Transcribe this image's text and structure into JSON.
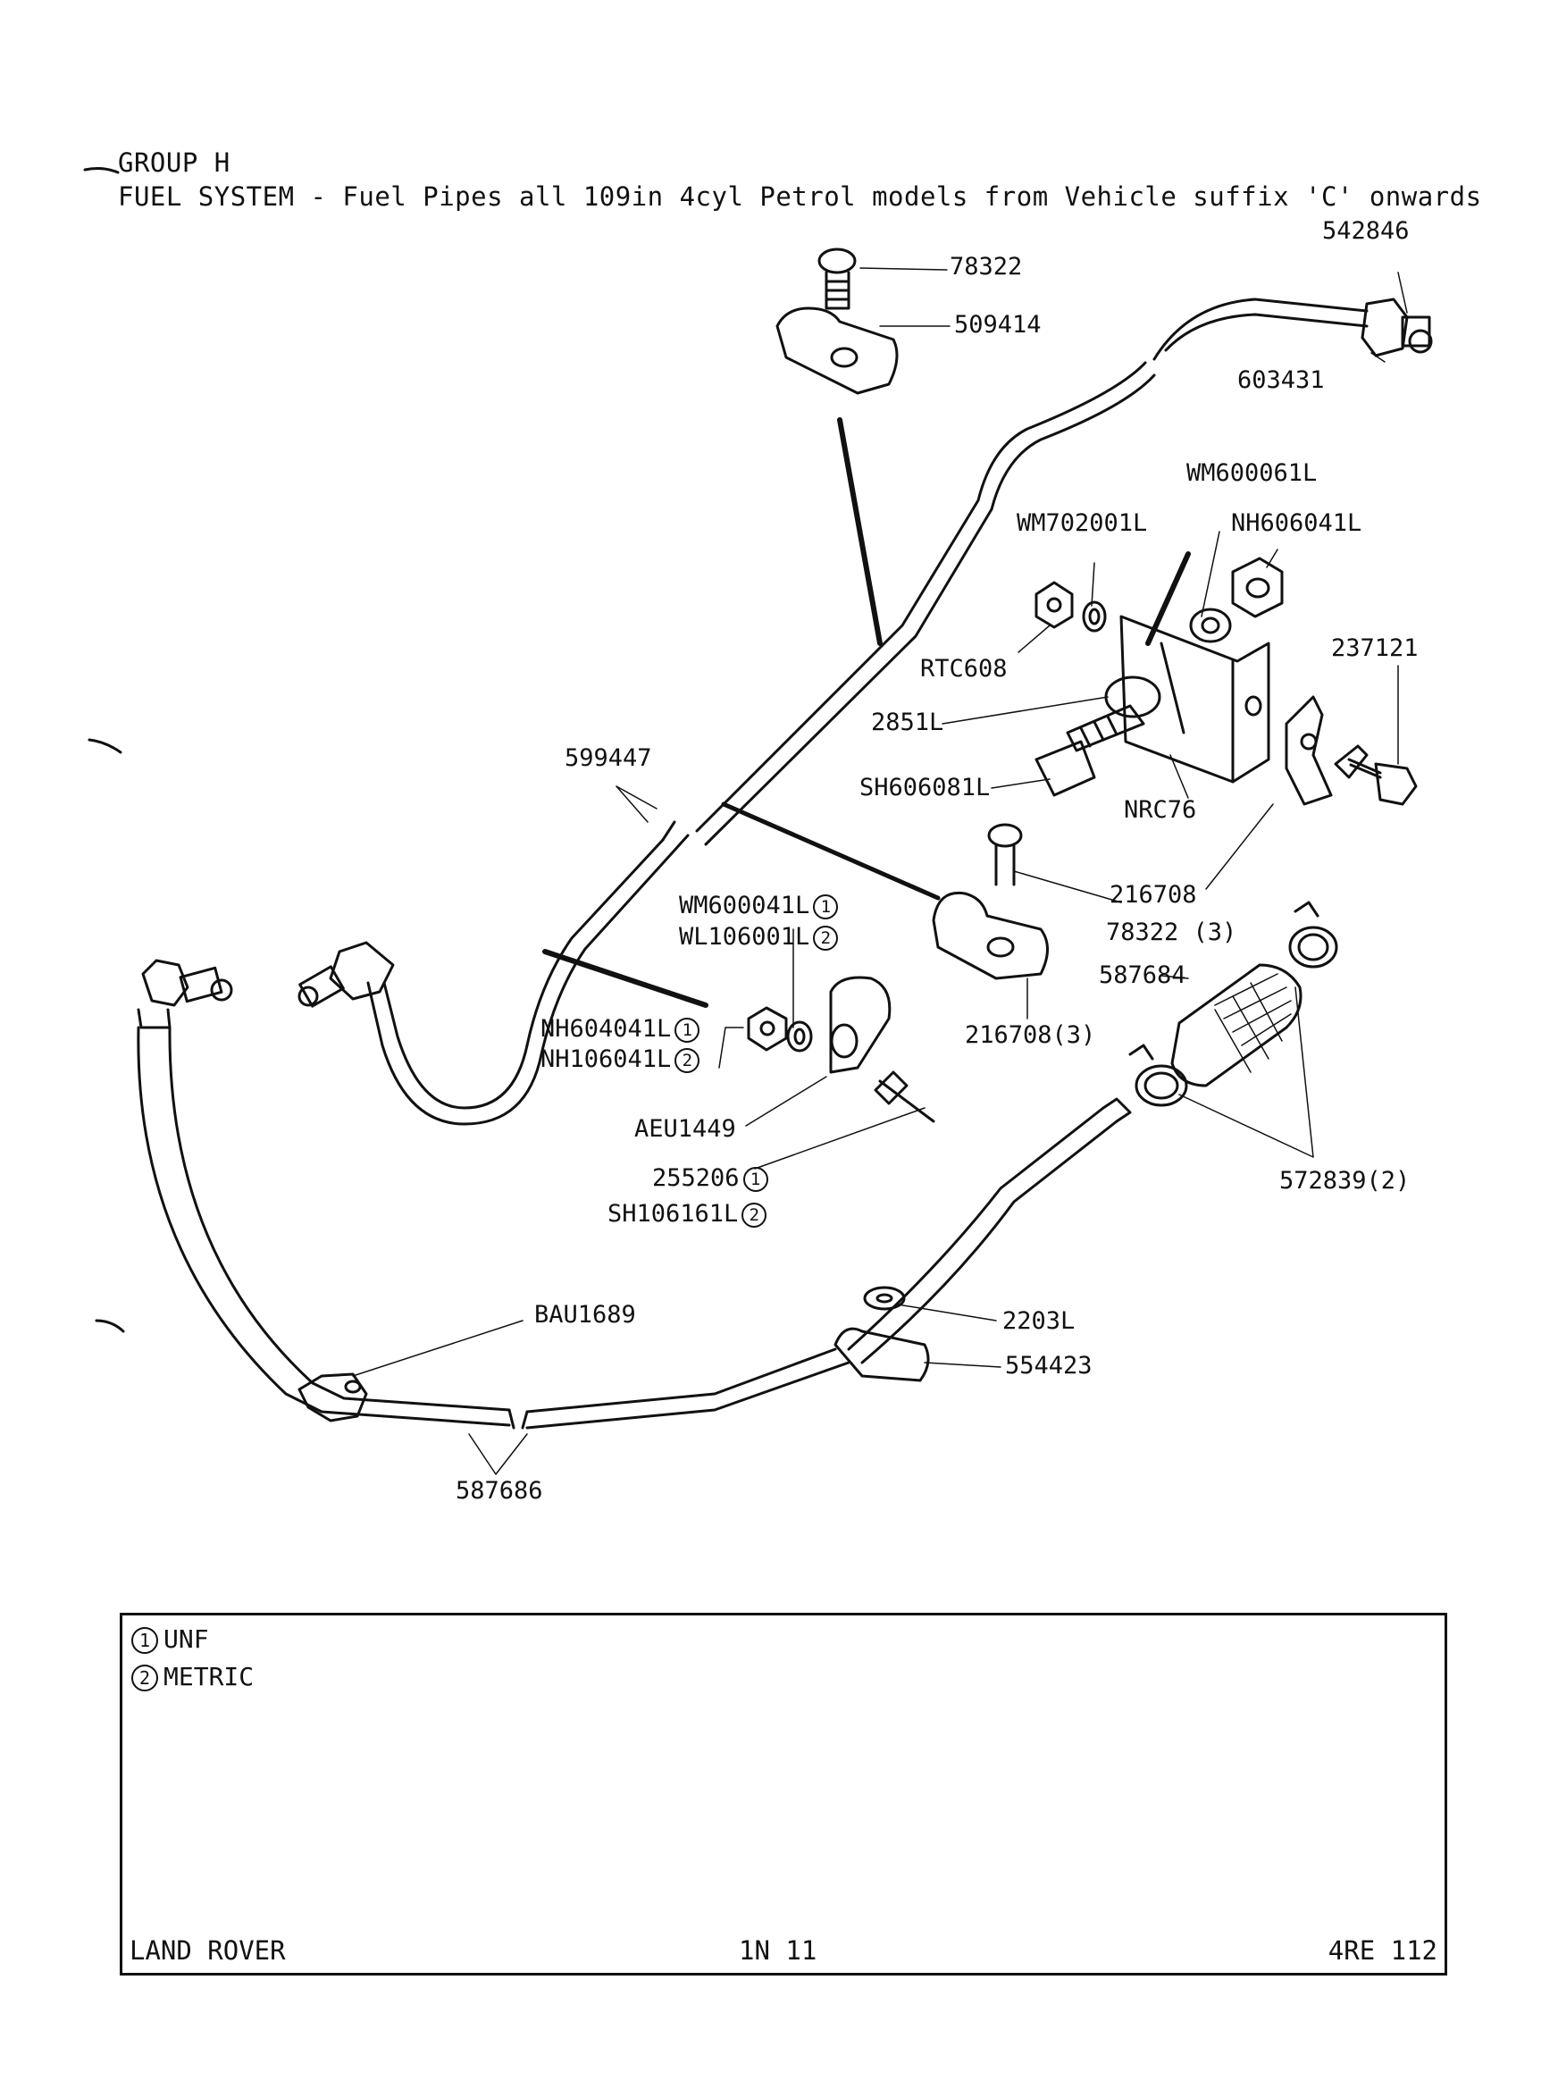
{
  "header": {
    "group": "GROUP H",
    "title": "FUEL SYSTEM - Fuel Pipes all 109in 4cyl Petrol models from Vehicle suffix 'C' onwards"
  },
  "parts": {
    "p78322_top": "78322",
    "p509414": "509414",
    "p542846": "542846",
    "p603431": "603431",
    "pWM600061L": "WM600061L",
    "pWM702001L": "WM702001L",
    "pNH606041L": "NH606041L",
    "pRTC608": "RTC608",
    "p237121": "237121",
    "p2851L": "2851L",
    "pSH606081L": "SH606081L",
    "pNRC76": "NRC76",
    "p599447": "599447",
    "p216708": "216708",
    "p78322_3": "78322 (3)",
    "pWM600041L": "WM600041L",
    "pWL106001L": "WL106001L",
    "p587684": "587684",
    "pNH604041L": "NH604041L",
    "pNH106041L": "NH106041L",
    "p216708_3": "216708(3)",
    "pAEU1449": "AEU1449",
    "p255206": "255206",
    "pSH106161L": "SH106161L",
    "p572839_2": "572839(2)",
    "pBAU1689": "BAU1689",
    "p2203L": "2203L",
    "p554423": "554423",
    "p587686": "587686"
  },
  "markers": {
    "one": "1",
    "two": "2"
  },
  "legend": {
    "unf": "UNF",
    "metric": "METRIC"
  },
  "footer": {
    "left": "LAND ROVER",
    "center": "1N 11",
    "right": "4RE 112"
  }
}
